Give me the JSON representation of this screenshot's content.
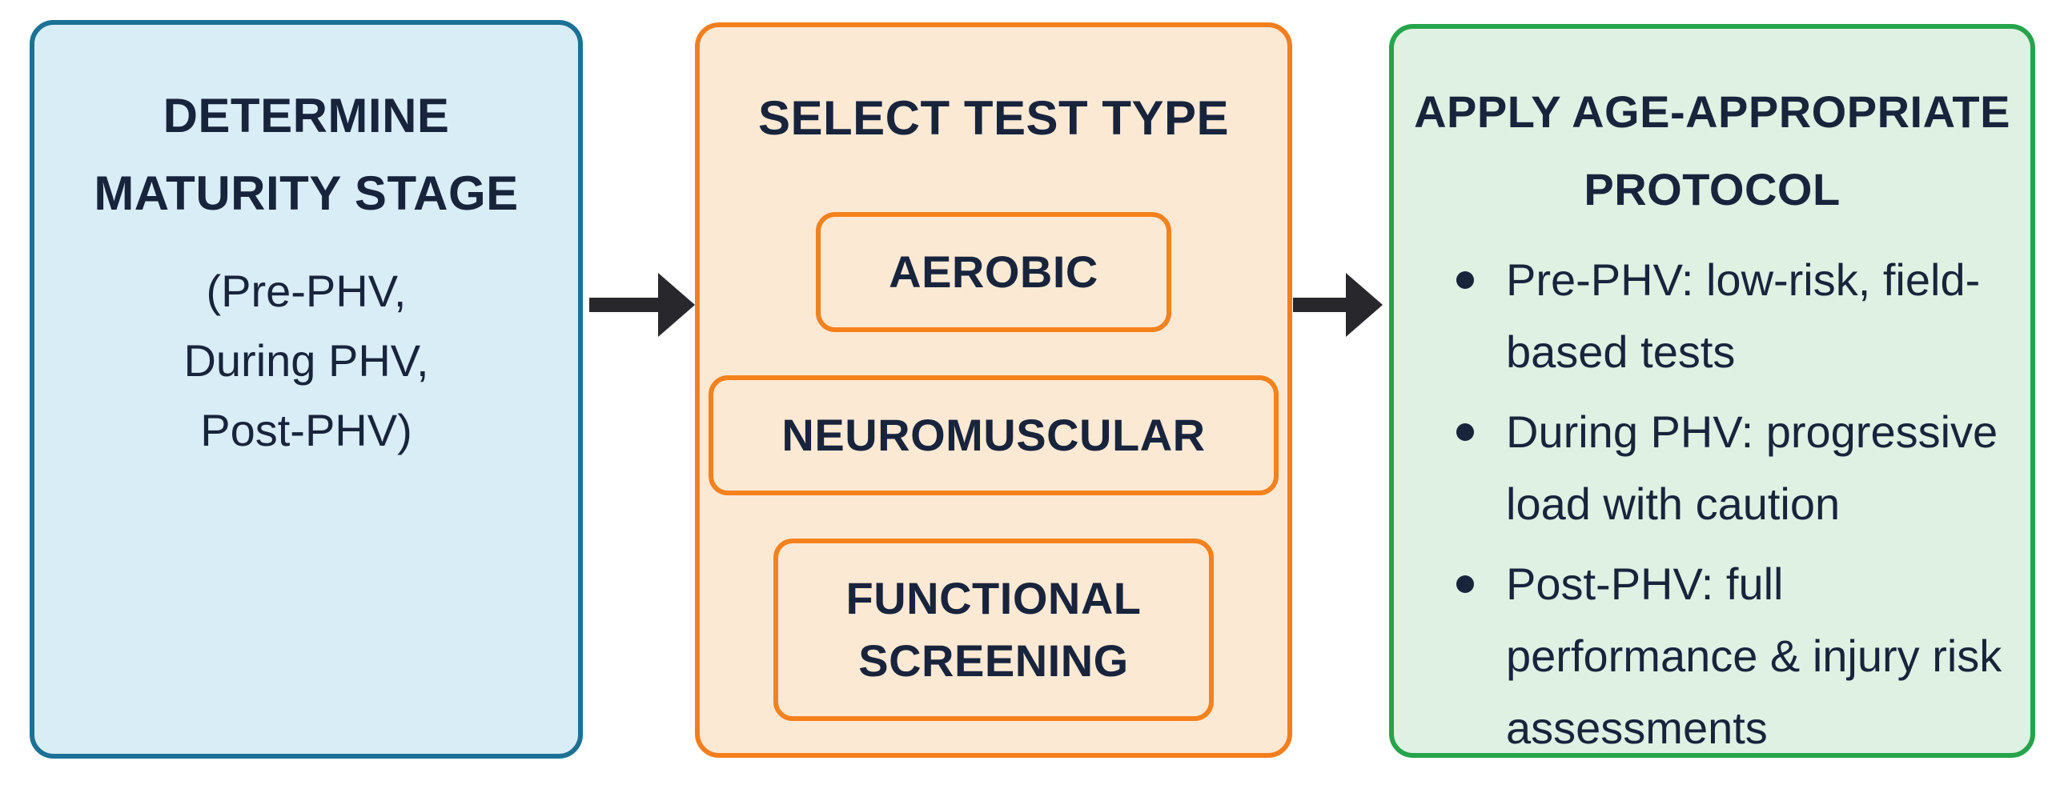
{
  "colors": {
    "text_navy": "#18243c",
    "arrow_dark": "#28282c",
    "step1_border_teal": "#1b7196",
    "step1_fill_blue": "#d9edf7",
    "step2_border_orange": "#f57e1c",
    "step2_fill_peach": "#fce9d4",
    "step3_border_green": "#25a44b",
    "step3_fill_green": "#dff1e3"
  },
  "steps": [
    {
      "title": "DETERMINE\nMATURITY STAGE",
      "subtitle": "(Pre-PHV,\nDuring PHV,\nPost-PHV)"
    },
    {
      "title": "SELECT TEST TYPE",
      "options": [
        {
          "label": "AEROBIC"
        },
        {
          "label": "NEUROMUSCULAR"
        },
        {
          "label": "FUNCTIONAL\nSCREENING"
        }
      ]
    },
    {
      "title": "APPLY AGE-APPROPRIATE\nPROTOCOL",
      "bullets": [
        {
          "text": "Pre-PHV: low-risk, field-based tests"
        },
        {
          "text": "During PHV: progressive load with caution"
        },
        {
          "text": "Post-PHV: full performance & injury risk assessments"
        }
      ]
    }
  ]
}
